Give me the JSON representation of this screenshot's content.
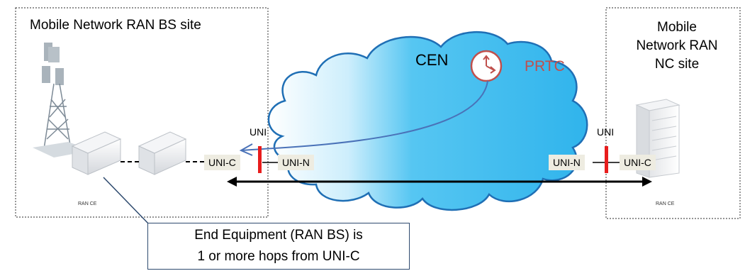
{
  "left_site": {
    "title": "Mobile Network RAN BS site",
    "device_label": "RAN CE"
  },
  "right_site": {
    "title_lines": [
      "Mobile",
      "Network RAN",
      "NC site"
    ],
    "device_label": "RAN CE"
  },
  "cloud": {
    "label": "CEN"
  },
  "prtc": {
    "label": "PRTC"
  },
  "uni_left": {
    "top_label": "UNI",
    "c_label": "UNI-C",
    "n_label": "UNI-N"
  },
  "uni_right": {
    "top_label": "UNI",
    "n_label": "UNI-N",
    "c_label": "UNI-C"
  },
  "callout": {
    "lines": [
      "End Equipment (RAN BS) is",
      "1 or more hops from UNI-C"
    ]
  },
  "colors": {
    "cloud_fill": "#30b4ec",
    "cloud_stroke": "#1f6fb5",
    "uni_bar": "#e81d1d",
    "prtc_red": "#c0504d",
    "label_bg": "#eeece1",
    "line_blue": "#4a72b8"
  },
  "icons": [
    "cell-tower-icon",
    "network-device-icon",
    "server-rack-icon",
    "clock-icon"
  ]
}
